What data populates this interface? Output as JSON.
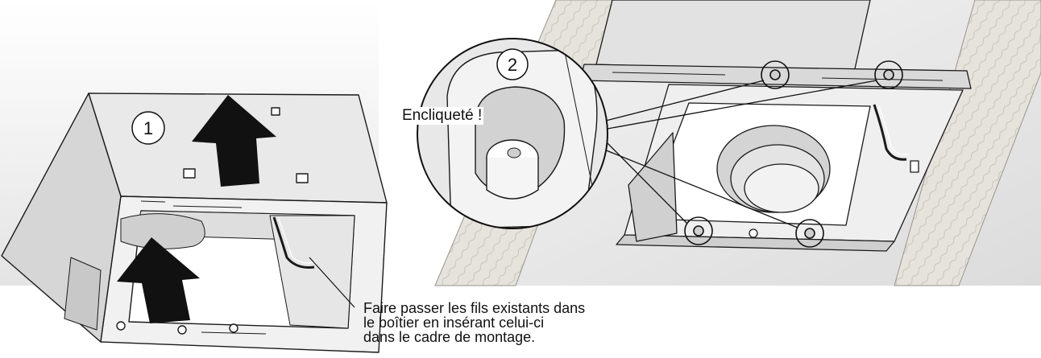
{
  "steps": {
    "step1": "1",
    "step2": "2"
  },
  "callout": {
    "snapped_label": "Encliqueté !"
  },
  "caption": {
    "lines": [
      "Faire passer les fils existants dans",
      "le boîtier en insérant celui-ci",
      "dans le cadre de montage."
    ]
  },
  "icons": {
    "arrows": "up-arrow-icon",
    "detail_circles": "magnifier-circle"
  },
  "colors": {
    "line": "#1a1a1a",
    "metal_light": "#ececec",
    "metal_mid": "#d8d8d8",
    "metal_dark": "#bdbdbd",
    "wood": "#e6e3dd",
    "arrow": "#111111"
  }
}
